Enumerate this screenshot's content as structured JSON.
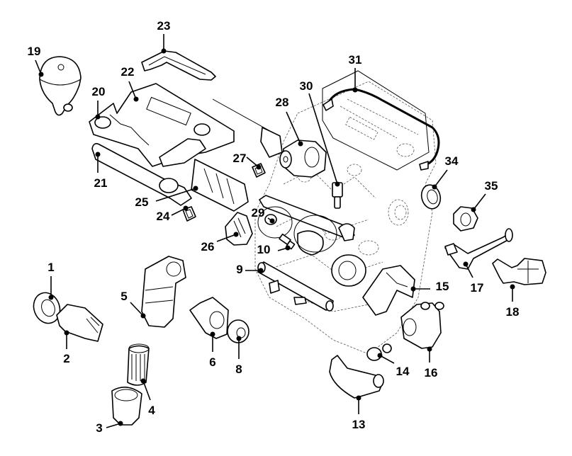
{
  "diagram": {
    "title": "Engine exploded parts view",
    "background": "#ffffff",
    "line_color": "#000000",
    "callouts": [
      {
        "id": "1",
        "label": "1"
      },
      {
        "id": "2",
        "label": "2"
      },
      {
        "id": "3",
        "label": "3"
      },
      {
        "id": "4",
        "label": "4"
      },
      {
        "id": "5",
        "label": "5"
      },
      {
        "id": "6",
        "label": "6"
      },
      {
        "id": "8",
        "label": "8"
      },
      {
        "id": "9",
        "label": "9"
      },
      {
        "id": "10",
        "label": "10"
      },
      {
        "id": "13",
        "label": "13"
      },
      {
        "id": "14",
        "label": "14"
      },
      {
        "id": "15",
        "label": "15"
      },
      {
        "id": "16",
        "label": "16"
      },
      {
        "id": "17",
        "label": "17"
      },
      {
        "id": "18",
        "label": "18"
      },
      {
        "id": "19",
        "label": "19"
      },
      {
        "id": "20",
        "label": "20"
      },
      {
        "id": "21",
        "label": "21"
      },
      {
        "id": "22",
        "label": "22"
      },
      {
        "id": "23",
        "label": "23"
      },
      {
        "id": "24",
        "label": "24"
      },
      {
        "id": "25",
        "label": "25"
      },
      {
        "id": "26",
        "label": "26"
      },
      {
        "id": "27",
        "label": "27"
      },
      {
        "id": "28",
        "label": "28"
      },
      {
        "id": "29",
        "label": "29"
      },
      {
        "id": "30",
        "label": "30"
      },
      {
        "id": "31",
        "label": "31"
      },
      {
        "id": "34",
        "label": "34"
      },
      {
        "id": "35",
        "label": "35"
      }
    ]
  }
}
